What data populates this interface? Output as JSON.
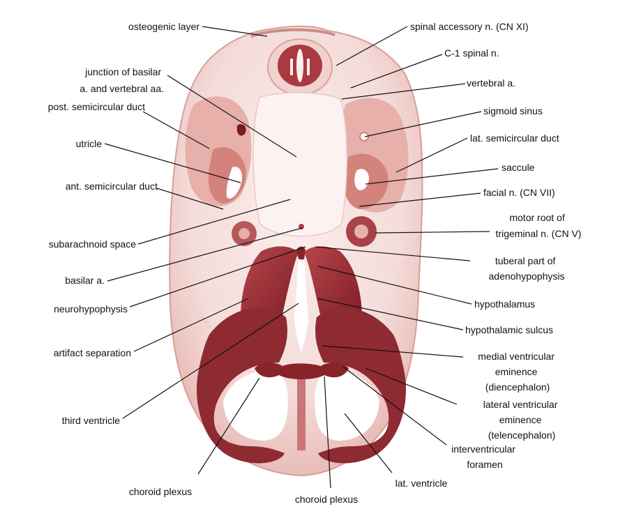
{
  "colors": {
    "tissue_light": "#f6e4e2",
    "tissue_mid": "#e8b3ae",
    "tissue_pink": "#d99891",
    "tissue_dark": "#9e2f33",
    "tissue_deep": "#7a1a22",
    "leader": "#111111"
  },
  "labels": [
    {
      "id": "osteogenic-layer",
      "lines": [
        "osteogenic layer"
      ]
    },
    {
      "id": "junction-basilar-vertebral",
      "lines": [
        "junction of basilar",
        "a. and vertebral aa."
      ]
    },
    {
      "id": "post-semicircular-duct",
      "lines": [
        "post. semicircular duct"
      ]
    },
    {
      "id": "utricle",
      "lines": [
        "utricle"
      ]
    },
    {
      "id": "ant-semicircular-duct",
      "lines": [
        "ant. semicircular duct"
      ]
    },
    {
      "id": "subarachnoid-space",
      "lines": [
        "subarachnoid space"
      ]
    },
    {
      "id": "basilar-a",
      "lines": [
        "basilar a."
      ]
    },
    {
      "id": "neurohypophysis",
      "lines": [
        "neurohypophysis"
      ]
    },
    {
      "id": "artifact-separation",
      "lines": [
        "artifact separation"
      ]
    },
    {
      "id": "third-ventricle",
      "lines": [
        "third ventricle"
      ]
    },
    {
      "id": "choroid-plexus-left",
      "lines": [
        "choroid plexus"
      ]
    },
    {
      "id": "choroid-plexus-center",
      "lines": [
        "choroid plexus"
      ]
    },
    {
      "id": "lat-ventricle",
      "lines": [
        "lat. ventricle"
      ]
    },
    {
      "id": "spinal-accessory-n",
      "lines": [
        "spinal accessory n. (CN XI)"
      ]
    },
    {
      "id": "c1-spinal-n",
      "lines": [
        "C-1 spinal n."
      ]
    },
    {
      "id": "vertebral-a",
      "lines": [
        "vertebral a."
      ]
    },
    {
      "id": "sigmoid-sinus",
      "lines": [
        "sigmoid sinus"
      ]
    },
    {
      "id": "lat-semicircular-duct",
      "lines": [
        "lat. semicircular duct"
      ]
    },
    {
      "id": "saccule",
      "lines": [
        "saccule"
      ]
    },
    {
      "id": "facial-n",
      "lines": [
        "facial n. (CN VII)"
      ]
    },
    {
      "id": "motor-root-trigeminal",
      "lines": [
        "motor root of",
        "trigeminal n. (CN V)"
      ]
    },
    {
      "id": "tuberal-part-adenohypophysis",
      "lines": [
        "tuberal part of",
        "adenohypophysis"
      ]
    },
    {
      "id": "hypothalamus",
      "lines": [
        "hypothalamus"
      ]
    },
    {
      "id": "hypothalamic-sulcus",
      "lines": [
        "hypothalamic sulcus"
      ]
    },
    {
      "id": "medial-ventricular-eminence",
      "lines": [
        "medial ventricular",
        "eminence",
        "(diencephalon)"
      ]
    },
    {
      "id": "lateral-ventricular-eminence",
      "lines": [
        "lateral ventricular",
        "eminence",
        "(telencephalon)"
      ]
    },
    {
      "id": "interventricular-foramen",
      "lines": [
        "interventricular",
        "foramen"
      ]
    }
  ]
}
